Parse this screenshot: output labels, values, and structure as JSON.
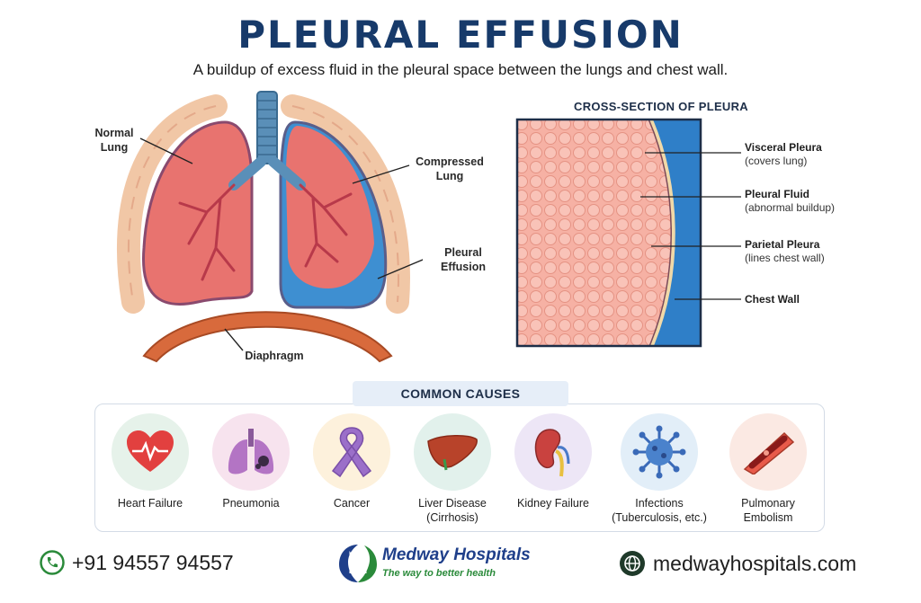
{
  "title": "PLEURAL EFFUSION",
  "subtitle": "A buildup of excess fluid in the pleural space between the lungs and chest wall.",
  "lung_labels": {
    "normal": "Normal\nLung",
    "compressed": "Compressed\nLung",
    "effusion": "Pleural\nEffusion",
    "diaphragm": "Diaphragm"
  },
  "cross_section": {
    "title": "CROSS-SECTION OF PLEURA",
    "labels": [
      {
        "main": "Visceral Pleura",
        "sub": "(covers lung)"
      },
      {
        "main": "Pleural Fluid",
        "sub": "(abnormal buildup)"
      },
      {
        "main": "Parietal Pleura",
        "sub": "(lines chest wall)"
      },
      {
        "main": "Chest Wall",
        "sub": ""
      }
    ]
  },
  "causes": {
    "heading": "COMMON CAUSES",
    "items": [
      {
        "name": "Heart Failure",
        "icon": "heart-icon",
        "bg": "#e6f2ea"
      },
      {
        "name": "Pneumonia",
        "icon": "lungs-icon",
        "bg": "#f7e3ee"
      },
      {
        "name": "Cancer",
        "icon": "ribbon-icon",
        "bg": "#fdf1dc"
      },
      {
        "name": "Liver Disease\n(Cirrhosis)",
        "icon": "liver-icon",
        "bg": "#e2f1ec"
      },
      {
        "name": "Kidney Failure",
        "icon": "kidney-icon",
        "bg": "#ede6f6"
      },
      {
        "name": "Infections\n(Tuberculosis, etc.)",
        "icon": "virus-icon",
        "bg": "#e2eef8"
      },
      {
        "name": "Pulmonary\nEmbolism",
        "icon": "blood-vessel-icon",
        "bg": "#fbe9e3"
      }
    ]
  },
  "footer": {
    "phone": "+91 94557 94557",
    "brand_name": "Medway Hospitals",
    "brand_tagline": "The way to better health",
    "website": "medwayhospitals.com"
  },
  "colors": {
    "title": "#173a6a",
    "lung": "#e8736f",
    "fluid": "#3e8fd1",
    "diaphragm": "#d86a3c"
  }
}
